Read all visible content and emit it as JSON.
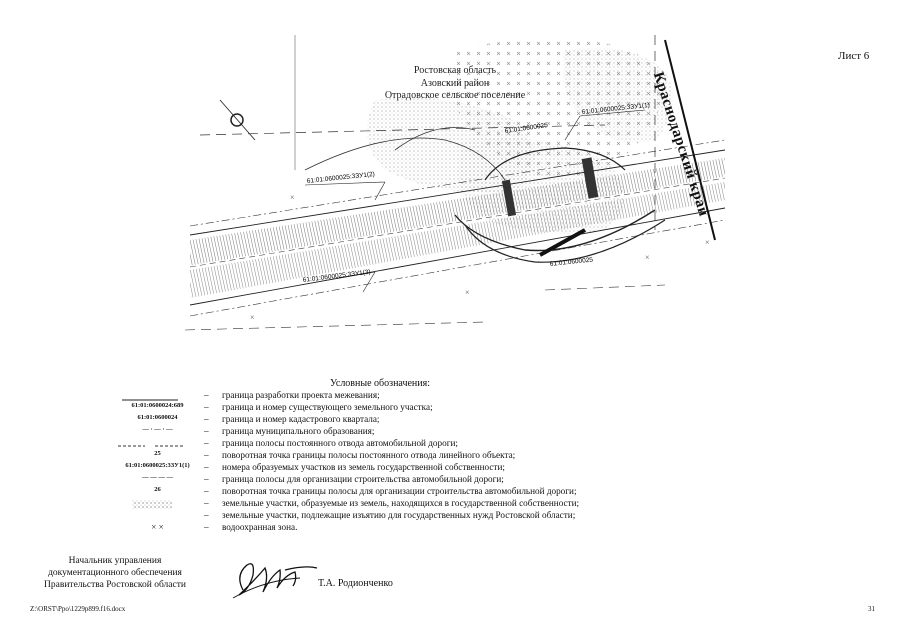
{
  "sheet": {
    "label": "Лист 6"
  },
  "map": {
    "region_lines": [
      "Ростовская область",
      "Азовский район",
      "Отрадовское сельское поселение"
    ],
    "krai_label": "Краснодарский край",
    "parcel_labels": [
      "61:01:0600025:3ЗУ1(2)",
      "61:01:0600025:3ЗУ1(3)",
      "61:01:0600025:3ЗУ1(1)",
      "61:01:0600025",
      "61:01:0600025"
    ]
  },
  "legend": {
    "title": "Условные обозначения:",
    "items": [
      {
        "symbol": "",
        "text": "граница разработки проекта межевания;"
      },
      {
        "symbol": "61:01:0600024:689",
        "text": "граница и номер существующего земельного участка;"
      },
      {
        "symbol": "61:01:0600024",
        "text": "граница и номер кадастрового квартала;"
      },
      {
        "symbol": "— · — · —",
        "text": "граница муниципального образования;"
      },
      {
        "symbol": "",
        "text": "граница полосы постоянного отвода автомобильной дороги;"
      },
      {
        "symbol": "25",
        "text": "поворотная точка границы полосы постоянного отвода линейного объекта;"
      },
      {
        "symbol": "61:01:0600025:3ЗУ1(1)",
        "text": "номера образуемых участков из земель государственной собственности;"
      },
      {
        "symbol": "— — — —",
        "text": "граница полосы  для организации строительства автомобильной дороги;"
      },
      {
        "symbol": "26",
        "text": "поворотная точка границы полосы  для организации строительства автомобильной дороги;"
      },
      {
        "symbol": "",
        "text": "земельные участки, образуемые из земель, находящихся в государственной собственности;"
      },
      {
        "symbol": "",
        "text": "земельные участки, подлежащие изъятию для государственных нужд Ростовской области;"
      },
      {
        "symbol": "×   ×",
        "text": "водоохранная зона."
      }
    ],
    "dash": "–"
  },
  "signature": {
    "title_lines": [
      "Начальник управления",
      "документационного обеспечения",
      "Правительства Ростовской области"
    ],
    "name": "Т.А. Родионченко"
  },
  "footer": {
    "file": "Z:\\ORST\\Ppo\\1229p899.f16.docx",
    "page": "31"
  }
}
